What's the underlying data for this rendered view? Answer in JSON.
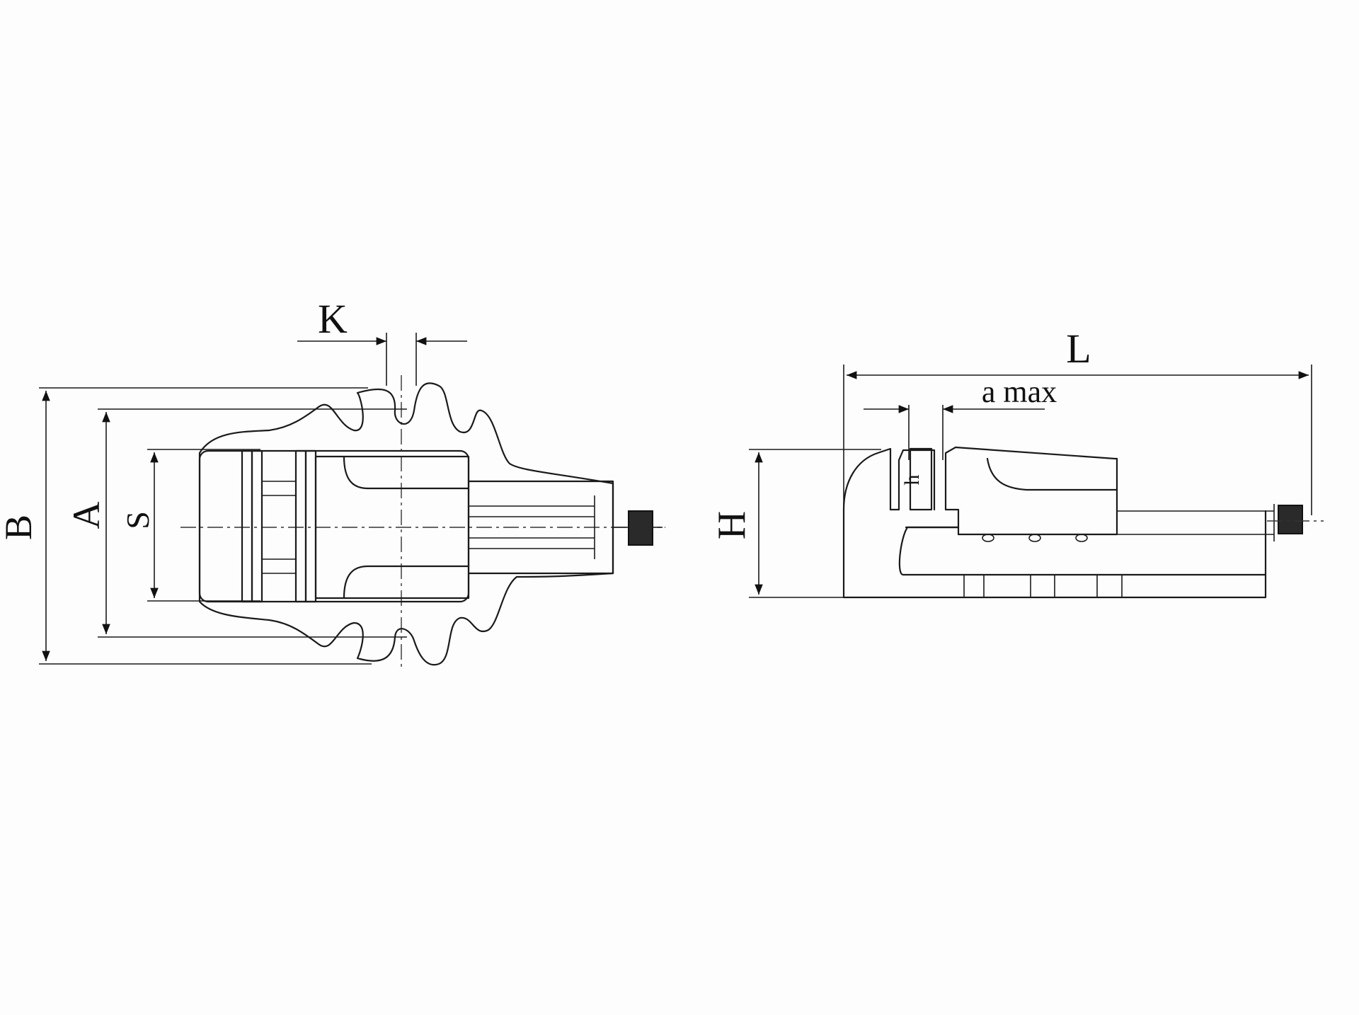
{
  "labels": {
    "B": "B",
    "A": "A",
    "S": "S",
    "K": "K",
    "L": "L",
    "a_max": "a max",
    "H": "H",
    "h": "h"
  },
  "colors": {
    "line": "#1a1a1a",
    "background": "#fdfdfd"
  }
}
